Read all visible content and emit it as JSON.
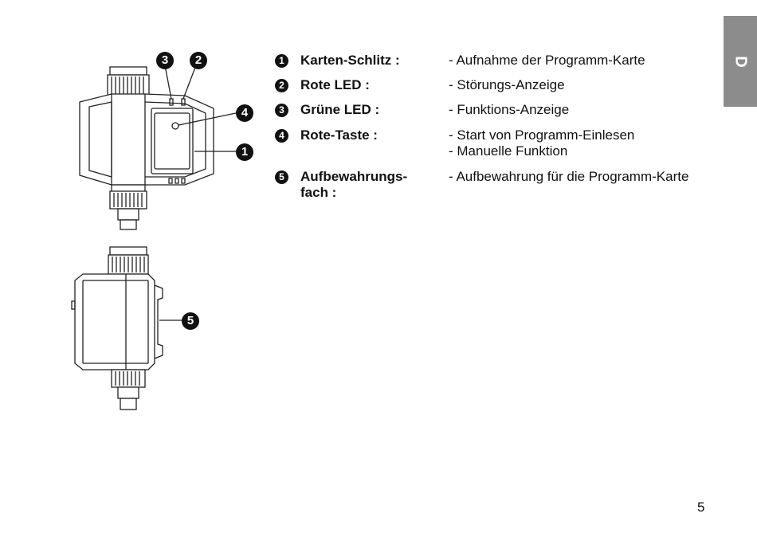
{
  "side_tab": {
    "label": "D"
  },
  "legend": [
    {
      "num": "1",
      "label": "Karten-Schlitz :",
      "desc": [
        "- Aufnahme der Programm-Karte"
      ]
    },
    {
      "num": "2",
      "label": "Rote LED :",
      "desc": [
        "- Störungs-Anzeige"
      ]
    },
    {
      "num": "3",
      "label": "Grüne LED :",
      "desc": [
        "- Funktions-Anzeige"
      ]
    },
    {
      "num": "4",
      "label": "Rote-Taste :",
      "desc": [
        "- Start von Programm-Einlesen",
        "- Manuelle Funktion"
      ]
    },
    {
      "num": "5",
      "label": "Aufbewahrungs-",
      "label2": "fach :",
      "desc": [
        "- Aufbewahrung für die Programm-Karte"
      ]
    }
  ],
  "figure_callouts": [
    "3",
    "2",
    "4",
    "1",
    "5"
  ],
  "page_number": "5"
}
